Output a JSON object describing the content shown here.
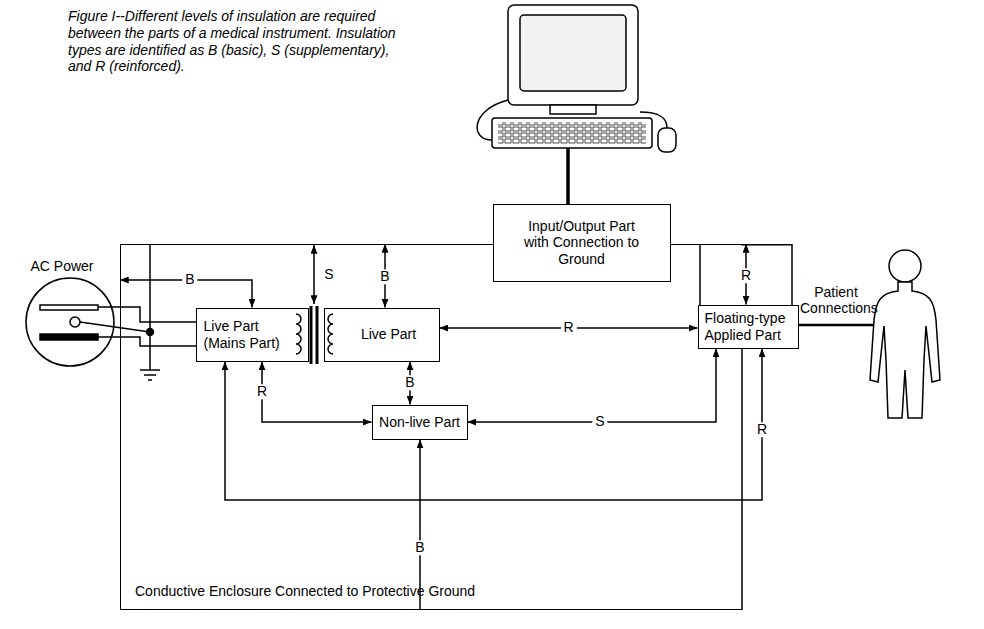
{
  "diagram": {
    "caption": "Figure I--Different levels of insulation are required between the parts of a medical instrument. Insulation types are identified as B (basic), S (supplementary), and R (reinforced).",
    "nodes": [
      {
        "text": [
          "Conductive Enclosure Connected to Protective Ground"
        ]
      },
      {
        "text": [
          "Live Part (Mains Part)"
        ],
        "in": 0
      },
      {
        "text": [
          "Live Part"
        ],
        "in": 0
      },
      {
        "text": [
          "Input/Output Part with Connection to Ground"
        ],
        "in": 0
      },
      {
        "text": [
          "Floating-type Applied Part"
        ],
        "in": 0
      },
      {
        "text": [
          "Non-live Part"
        ],
        "in": 0
      }
    ],
    "edges": [
      {
        "from": 0,
        "to": 1,
        "arrow": "both",
        "label": "B"
      },
      {
        "from": 0,
        "to": 2,
        "arrow": "both",
        "label": "B"
      },
      {
        "from": 0,
        "to": 4,
        "arrow": "both",
        "label": "R"
      },
      {
        "from": 2,
        "to": 4,
        "arrow": "both",
        "label": "R"
      },
      {
        "from": 2,
        "to": 5,
        "arrow": "both",
        "label": "B"
      },
      {
        "from": 1,
        "to": 5,
        "arrow": "both",
        "label": "R"
      },
      {
        "from": 5,
        "to": 4,
        "arrow": "both",
        "label": "S"
      },
      {
        "from": 1,
        "to": 4,
        "arrow": "both",
        "label": "R"
      },
      {
        "from": 0,
        "to": 5,
        "arrow": "to",
        "label": "B"
      }
    ],
    "labels": [
      "AC Power",
      "S",
      "Patient Connections"
    ]
  }
}
